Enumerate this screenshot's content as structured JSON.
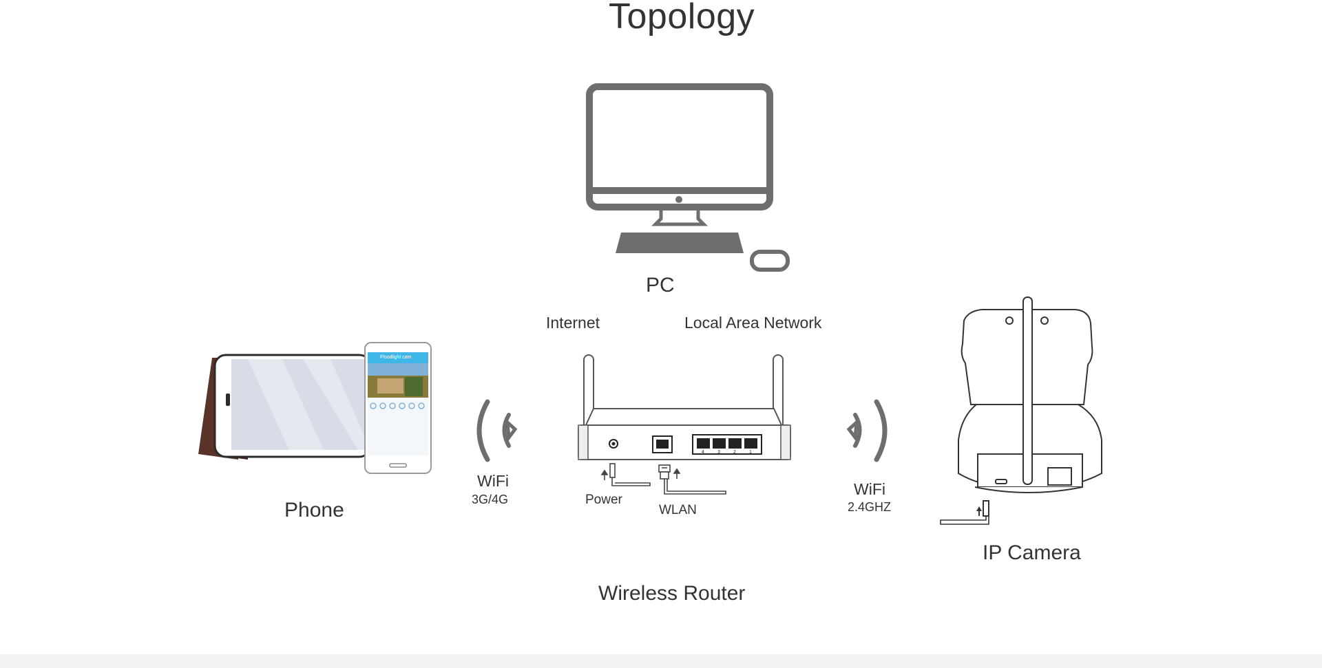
{
  "title": "Topology",
  "nodes": {
    "pc": {
      "label": "PC"
    },
    "phone": {
      "label": "Phone",
      "screen_header": "Floodlight cam"
    },
    "router": {
      "label": "Wireless Router",
      "ports": [
        "4",
        "3",
        "2",
        "1"
      ]
    },
    "camera": {
      "label": "IP Camera"
    }
  },
  "links": {
    "internet": "Internet",
    "lan": "Local Area Network",
    "phone_wifi": {
      "label": "WiFi",
      "sub": "3G/4G"
    },
    "camera_wifi": {
      "label": "WiFi",
      "sub": "2.4GHZ"
    },
    "power": "Power",
    "wlan": "WLAN"
  },
  "colors": {
    "icon_gray": "#6e6e6e",
    "text": "#333333",
    "phone_accent": "#3fb6e8",
    "stand_brown": "#5a3328",
    "footer": "#f3f3f3"
  }
}
